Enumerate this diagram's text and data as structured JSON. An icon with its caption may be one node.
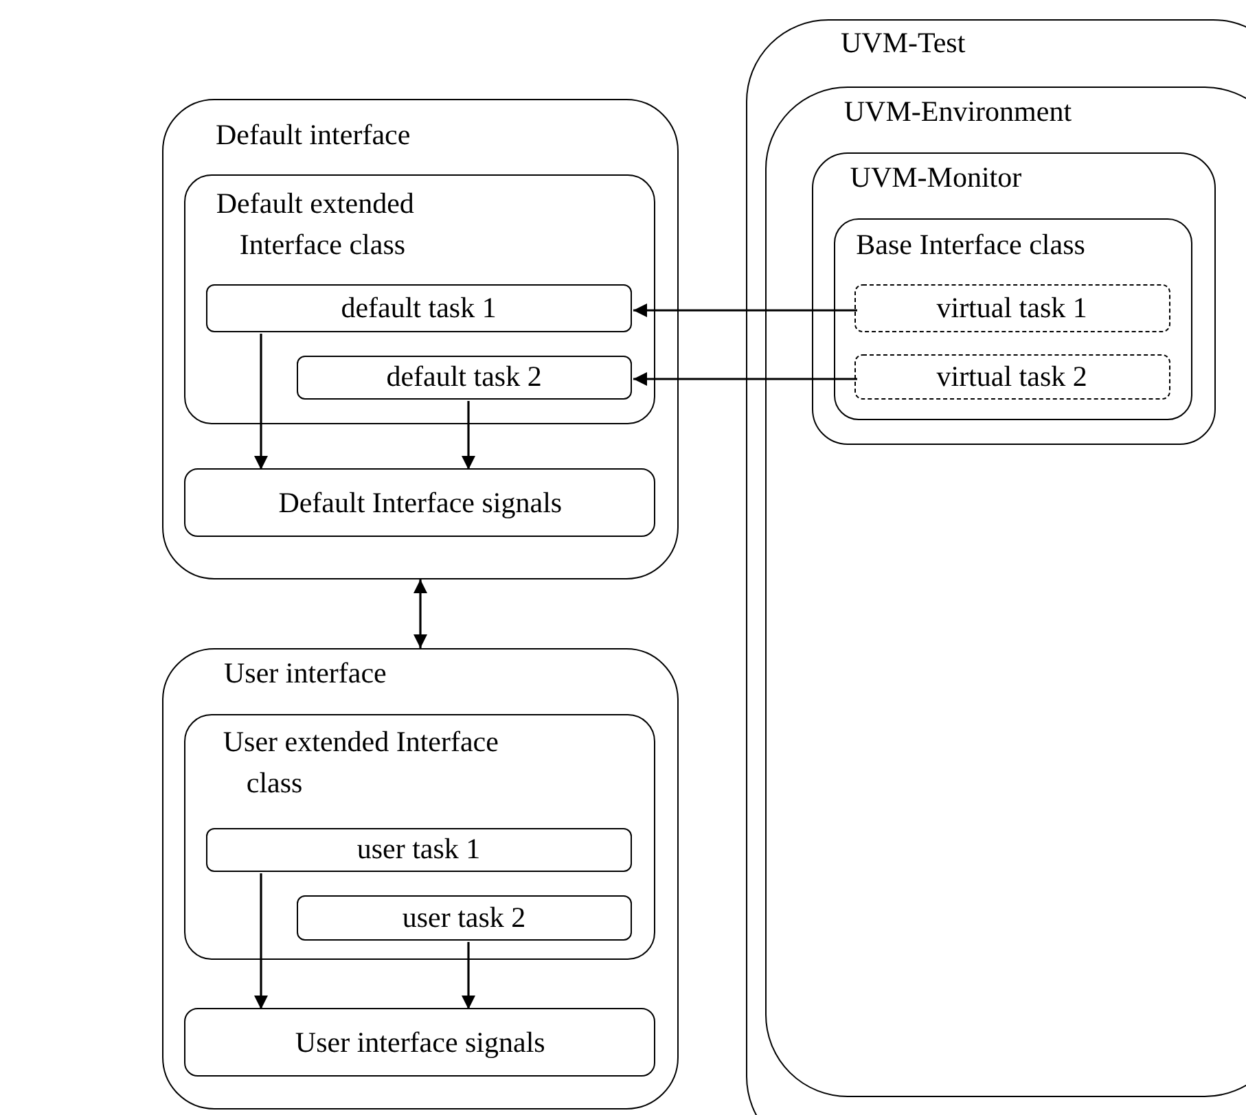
{
  "diagram": {
    "nodes": [
      {
        "text": [
          "Default interface"
        ]
      },
      {
        "text": [
          "Default extended Interface class"
        ],
        "in": 0
      },
      {
        "text": [
          "default task 1"
        ],
        "in": 1
      },
      {
        "text": [
          "default task 2"
        ],
        "in": 1
      },
      {
        "text": [
          "Default Interface signals"
        ],
        "in": 0
      },
      {
        "text": [
          "User interface"
        ]
      },
      {
        "text": [
          "User extended Interface class"
        ],
        "in": 5
      },
      {
        "text": [
          "user task 1"
        ],
        "in": 6
      },
      {
        "text": [
          "user task 2"
        ],
        "in": 6
      },
      {
        "text": [
          "User interface signals"
        ],
        "in": 5
      },
      {
        "text": [
          "UVM-Test"
        ]
      },
      {
        "text": [
          "UVM-Environment"
        ],
        "in": 10
      },
      {
        "text": [
          "UVM-Monitor"
        ],
        "in": 11
      },
      {
        "text": [
          "Base Interface class"
        ],
        "in": 12
      },
      {
        "text": [
          "virtual task 1"
        ],
        "in": 13
      },
      {
        "text": [
          "virtual task 2"
        ],
        "in": 13
      }
    ],
    "edges": [
      {
        "from": 14,
        "to": 2,
        "arrow": "to"
      },
      {
        "from": 15,
        "to": 3,
        "arrow": "to"
      },
      {
        "from": 2,
        "to": 4,
        "arrow": "to"
      },
      {
        "from": 3,
        "to": 4,
        "arrow": "to"
      },
      {
        "from": 7,
        "to": 9,
        "arrow": "to"
      },
      {
        "from": 8,
        "to": 9,
        "arrow": "to"
      },
      {
        "from": 0,
        "to": 5,
        "arrow": "both"
      }
    ]
  }
}
